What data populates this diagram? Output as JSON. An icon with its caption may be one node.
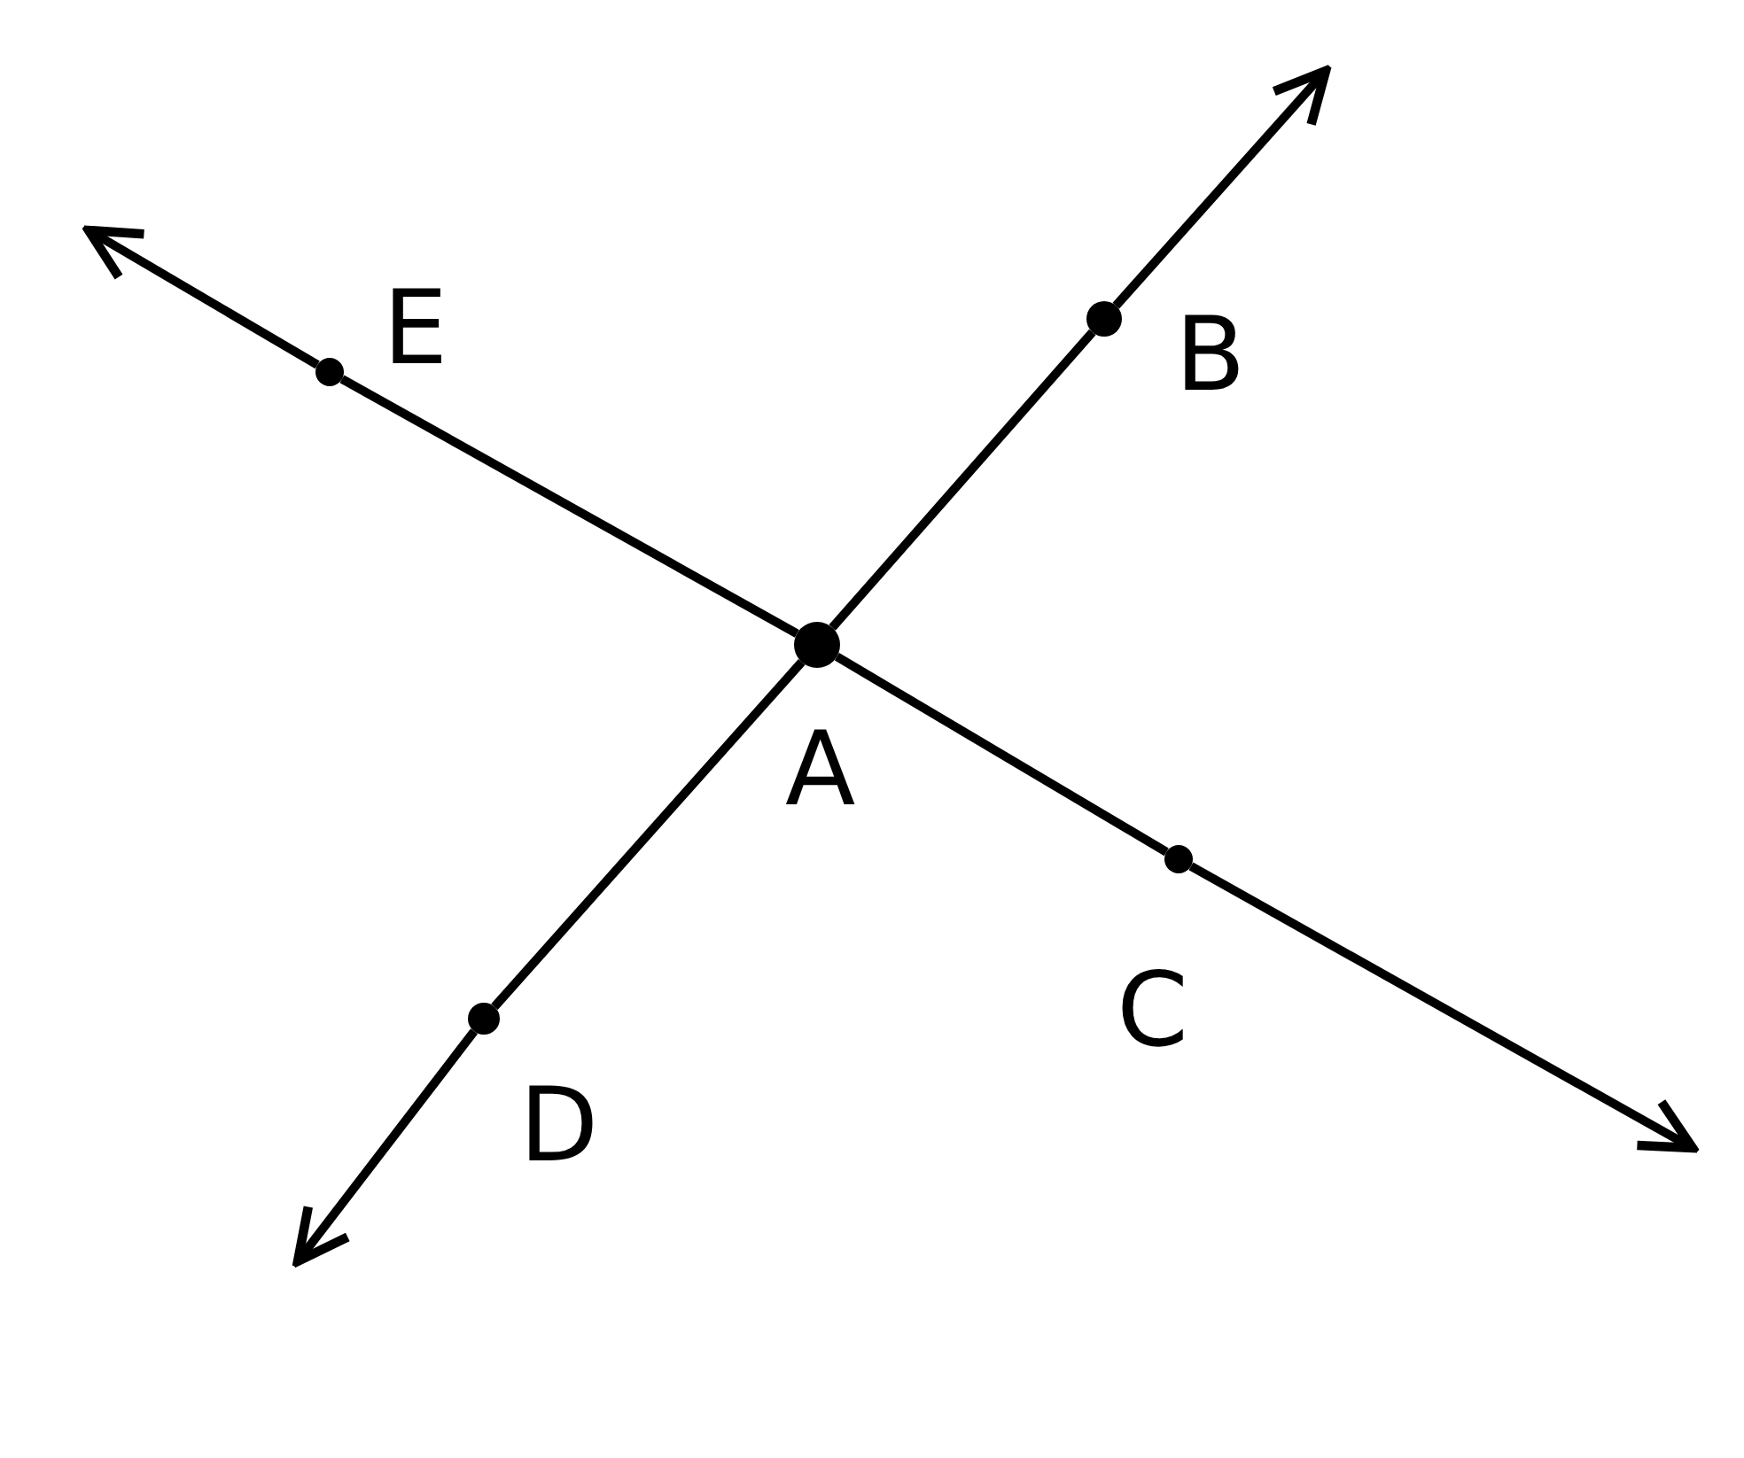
{
  "diagram": {
    "nodes": [
      {
        "text": [
          "E"
        ]
      },
      {
        "text": [
          "B"
        ]
      },
      {
        "text": [
          "A"
        ]
      },
      {
        "text": [
          "C"
        ]
      },
      {
        "text": [
          "D"
        ]
      }
    ],
    "edges": [
      {
        "from": 0,
        "to": null,
        "arrow": "to"
      },
      {
        "from": 0,
        "to": 2,
        "arrow": "none"
      },
      {
        "from": 2,
        "to": 3,
        "arrow": "none"
      },
      {
        "from": 3,
        "to": null,
        "arrow": "to"
      },
      {
        "from": 1,
        "to": null,
        "arrow": "to"
      },
      {
        "from": 1,
        "to": 2,
        "arrow": "none"
      },
      {
        "from": 2,
        "to": 4,
        "arrow": "none"
      },
      {
        "from": 4,
        "to": null,
        "arrow": "to"
      }
    ]
  }
}
